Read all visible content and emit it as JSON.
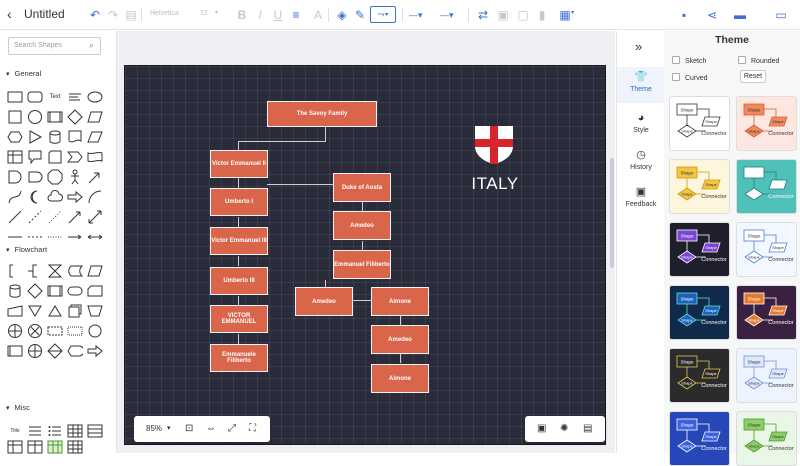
{
  "header": {
    "title": "Untitled",
    "font_name": "Helvetica",
    "font_size": "12"
  },
  "left_panel": {
    "search_placeholder": "Search Shapes",
    "sections": [
      "General",
      "Flowchart",
      "Misc"
    ],
    "text_shape_label": "Text"
  },
  "canvas": {
    "background": "#2a2c3b",
    "node_color": "#d9654a",
    "nodes": [
      "The Savoy Family",
      "Victor Emmanuel II",
      "Umberto I",
      "Victor Emmanuel III",
      "Umberto III",
      "VICTOR EMMANUEL",
      "Emmanuele Filiberto",
      "Duke of Aosta",
      "Amedeo",
      "Emmanuel Filiberto",
      "Amedeo",
      "Aimone",
      "Amedeo",
      "Aimone"
    ],
    "country_label": "ITALY"
  },
  "zoombar": {
    "zoom": "85%"
  },
  "side_tabs": [
    {
      "label": "Theme",
      "icon": "shirt-icon"
    },
    {
      "label": "Style",
      "icon": "palette-icon"
    },
    {
      "label": "History",
      "icon": "clock-icon"
    },
    {
      "label": "Feedback",
      "icon": "feedback-icon"
    }
  ],
  "theme_panel": {
    "title": "Theme",
    "options": {
      "sketch": "Sketch",
      "rounded": "Rounded",
      "curved": "Curved"
    },
    "reset_label": "Reset",
    "card_shape_label": "Shape",
    "card_connector_label": "Connector",
    "cards": [
      {
        "bg": "#ffffff",
        "fill": "#ffffff",
        "stroke": "#333333",
        "text": "#333333"
      },
      {
        "bg": "#fde8e1",
        "fill": "#f08a5d",
        "stroke": "#d35f3a",
        "text": "#333333"
      },
      {
        "bg": "#fdf6dc",
        "fill": "#f5c542",
        "stroke": "#c79a12",
        "text": "#333333"
      },
      {
        "bg": "#4fc1b8",
        "fill": "#ffffff",
        "stroke": "#1e7f78",
        "text": "#ffffff"
      },
      {
        "bg": "#1f1f2b",
        "fill": "#7b45d6",
        "stroke": "#ffffff",
        "text": "#ffffff"
      },
      {
        "bg": "#f3f7ff",
        "fill": "#ffffff",
        "stroke": "#4c7bd9",
        "text": "#333333"
      },
      {
        "bg": "#0f2a4a",
        "fill": "#1f5fbf",
        "stroke": "#5ee0c8",
        "text": "#ffffff"
      },
      {
        "bg": "#3b2141",
        "fill": "#e47a2f",
        "stroke": "#ffffff",
        "text": "#ffffff"
      },
      {
        "bg": "#2b2b2b",
        "fill": "#2b2b2b",
        "stroke": "#e8c65a",
        "text": "#ffffff"
      },
      {
        "bg": "#eef4ff",
        "fill": "#dfe9fb",
        "stroke": "#6b93d8",
        "text": "#333333"
      },
      {
        "bg": "#2747b8",
        "fill": "#3a62de",
        "stroke": "#ffffff",
        "text": "#ffffff"
      },
      {
        "bg": "#eaf7e6",
        "fill": "#8fcf6b",
        "stroke": "#4a9a2c",
        "text": "#333333"
      }
    ]
  },
  "colors": {
    "accent": "#3d6fd6"
  }
}
